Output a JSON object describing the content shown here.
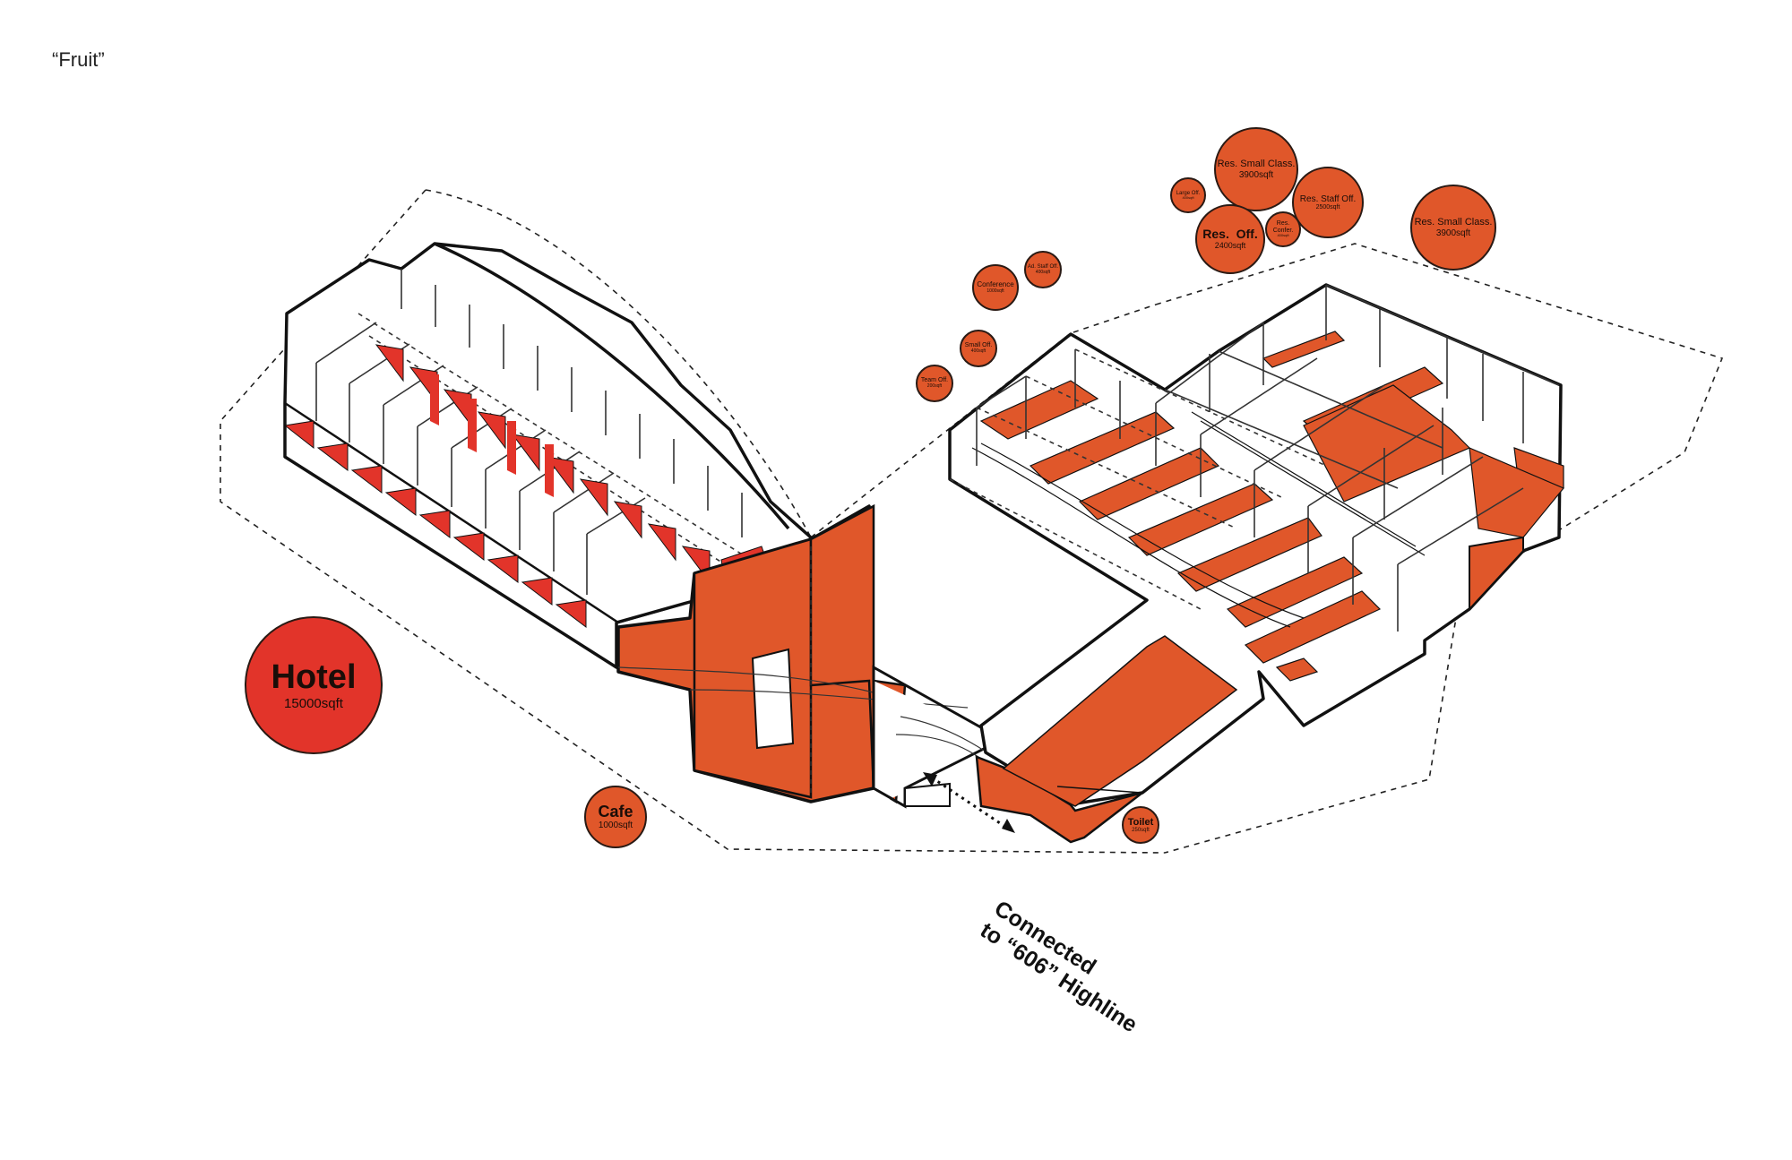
{
  "title": "“Fruit”",
  "colors": {
    "program_fill": "#e0572a",
    "hotel_fill": "#e2342a",
    "stroke": "#111111",
    "background": "#ffffff"
  },
  "arrow_label": [
    "Connected",
    "to “606” Highline"
  ],
  "program": {
    "hotel": {
      "label": "Hotel",
      "area": "15000sqft"
    },
    "cafe": {
      "label": "Cafe",
      "area": "1000sqft"
    },
    "toilet": {
      "label": "Toilet",
      "area": "250sqft"
    },
    "team_off": {
      "label": "Team Off.",
      "area": "200sqft"
    },
    "small_off": {
      "label": "Small Off.",
      "area": "400sqft"
    },
    "conference": {
      "label": "Conference",
      "area": "1000sqft"
    },
    "ad_staff_off": {
      "label": "Ad. Staff Off.",
      "area": "400sqft"
    },
    "large_off": {
      "label": "Large Off.",
      "area": "400sqft"
    },
    "res_small_class_1": {
      "label": "Res. Small Class.",
      "area": "3900sqft"
    },
    "res_off": {
      "label": "Res.  Off.",
      "area": "2400sqft"
    },
    "res_confer": {
      "label": "Res. Confer.",
      "area": "400sqft"
    },
    "res_staff_off": {
      "label": "Res. Staff Off.",
      "area": "2500sqft"
    },
    "res_small_class_2": {
      "label": "Res. Small Class.",
      "area": "3900sqft"
    }
  }
}
